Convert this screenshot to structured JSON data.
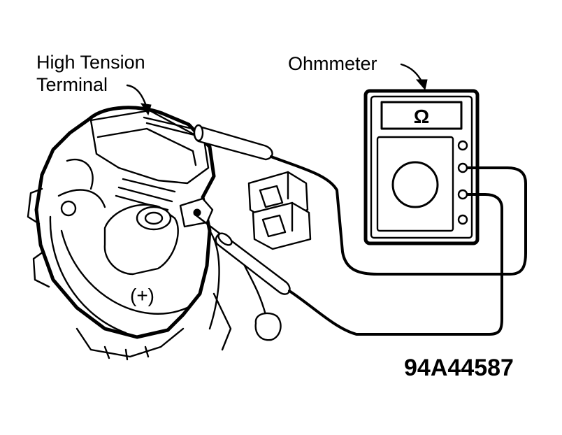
{
  "labels": {
    "high_tension_line1": "High Tension",
    "high_tension_line2": "Terminal",
    "ohmmeter": "Ohmmeter",
    "ohm_symbol": "Ω",
    "polarity": "(+)",
    "figure_id": "94A44587"
  }
}
